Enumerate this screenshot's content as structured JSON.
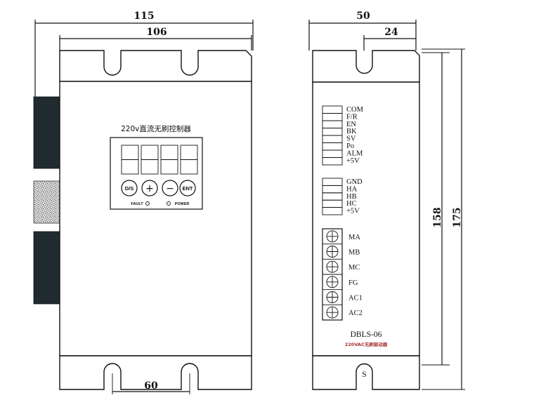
{
  "dimensions": {
    "overall_width": "115",
    "flange_width": "106",
    "hole_spacing": "60",
    "depth": "50",
    "hole_offset": "24",
    "hole_height": "158",
    "overall_height": "175"
  },
  "front_view": {
    "title": "220v直流无刷控制器",
    "buttons": [
      "D/S",
      "+",
      "−",
      "ENT"
    ],
    "indicators": {
      "fault": "FAULT",
      "power": "POWER"
    }
  },
  "side_view": {
    "signal_terminals": [
      "COM",
      "F/R",
      "EN",
      "BK",
      "SV",
      "Po",
      "ALM",
      "+5V"
    ],
    "hall_terminals": [
      "GND",
      "HA",
      "HB",
      "HC",
      "+5V"
    ],
    "power_terminals": [
      "MA",
      "MB",
      "MC",
      "FG",
      "AC1",
      "AC2"
    ],
    "model": "DBLS-06",
    "subtitle": "220VAC无刷驱动器",
    "slot_mark": "S"
  },
  "colors": {
    "line": "#111111",
    "heatsink": "#1f2b2f",
    "subtitle": "#a83232"
  }
}
